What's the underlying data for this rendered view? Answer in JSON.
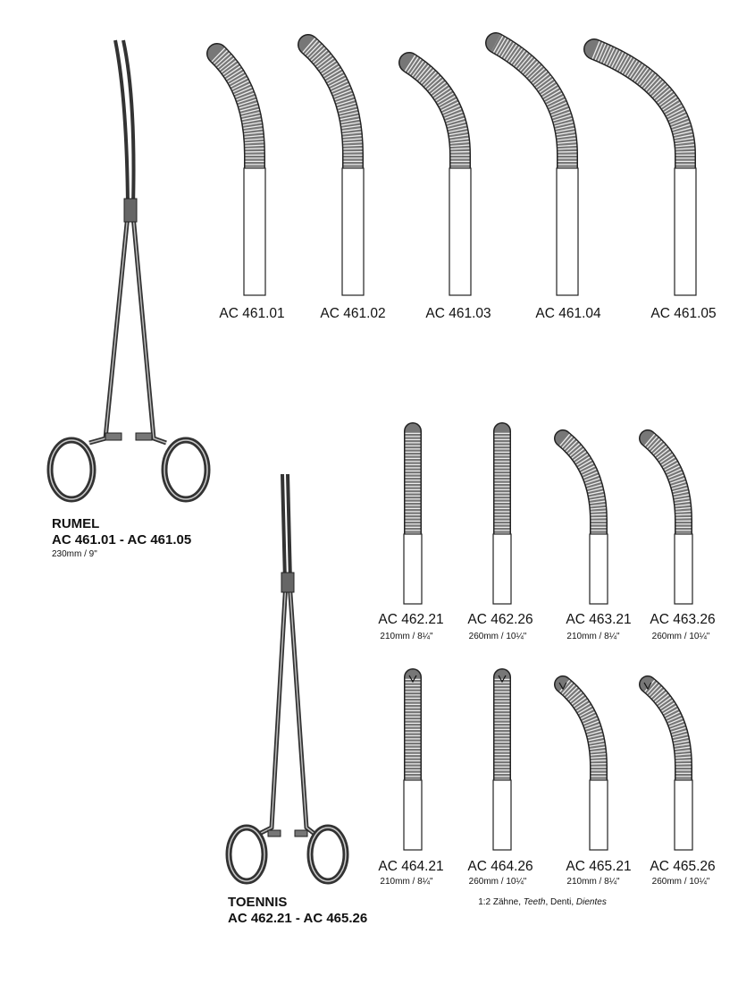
{
  "rumel": {
    "name": "RUMEL",
    "range": "AC 461.01 - AC 461.05",
    "size": "230mm / 9\""
  },
  "toennis": {
    "name": "TOENNIS",
    "range": "AC 462.21 - AC 465.26"
  },
  "top_row": [
    {
      "code": "AC 461.01"
    },
    {
      "code": "AC 461.02"
    },
    {
      "code": "AC 461.03"
    },
    {
      "code": "AC 461.04"
    },
    {
      "code": "AC 461.05"
    }
  ],
  "grid_row1": [
    {
      "code": "AC 462.21",
      "size": "210mm / 8¼\""
    },
    {
      "code": "AC 462.26",
      "size": "260mm / 10¼\""
    },
    {
      "code": "AC 463.21",
      "size": "210mm / 8¼\""
    },
    {
      "code": "AC 463.26",
      "size": "260mm / 10¼\""
    }
  ],
  "grid_row2": [
    {
      "code": "AC 464.21",
      "size": "210mm / 8¼\""
    },
    {
      "code": "AC 464.26",
      "size": "260mm / 10¼\""
    },
    {
      "code": "AC 465.21",
      "size": "210mm / 8¼\""
    },
    {
      "code": "AC 465.26",
      "size": "260mm / 10¼\""
    }
  ],
  "teeth_note": {
    "prefix": "1:2 Zähne, ",
    "en": "Teeth",
    "mid": ", Denti, ",
    "es": "Dientes"
  }
}
